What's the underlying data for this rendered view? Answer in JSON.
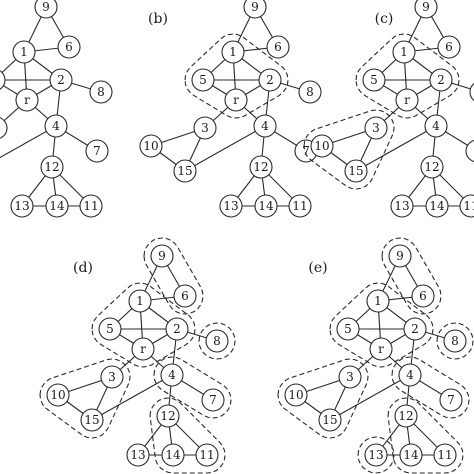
{
  "nodes": [
    {
      "id": "9",
      "label": "9"
    },
    {
      "id": "1",
      "label": "1"
    },
    {
      "id": "6",
      "label": "6"
    },
    {
      "id": "5",
      "label": "5"
    },
    {
      "id": "2",
      "label": "2"
    },
    {
      "id": "8",
      "label": "8"
    },
    {
      "id": "r",
      "label": "r"
    },
    {
      "id": "3",
      "label": "3"
    },
    {
      "id": "4",
      "label": "4"
    },
    {
      "id": "10",
      "label": "10"
    },
    {
      "id": "7",
      "label": "7"
    },
    {
      "id": "15",
      "label": "15"
    },
    {
      "id": "12",
      "label": "12"
    },
    {
      "id": "13",
      "label": "13"
    },
    {
      "id": "14",
      "label": "14"
    },
    {
      "id": "11",
      "label": "11"
    }
  ],
  "edges": [
    [
      "9",
      "1"
    ],
    [
      "9",
      "6"
    ],
    [
      "1",
      "6"
    ],
    [
      "1",
      "5"
    ],
    [
      "1",
      "2"
    ],
    [
      "1",
      "r"
    ],
    [
      "5",
      "2"
    ],
    [
      "5",
      "r"
    ],
    [
      "2",
      "r"
    ],
    [
      "2",
      "8"
    ],
    [
      "2",
      "4"
    ],
    [
      "r",
      "3"
    ],
    [
      "r",
      "4"
    ],
    [
      "3",
      "10"
    ],
    [
      "3",
      "15"
    ],
    [
      "10",
      "15"
    ],
    [
      "15",
      "4"
    ],
    [
      "4",
      "7"
    ],
    [
      "4",
      "12"
    ],
    [
      "12",
      "13"
    ],
    [
      "12",
      "14"
    ],
    [
      "12",
      "11"
    ],
    [
      "13",
      "14"
    ],
    [
      "14",
      "11"
    ]
  ],
  "panels": [
    {
      "id": "a",
      "label": "",
      "clusters": []
    },
    {
      "id": "b",
      "label": "(b)",
      "clusters": [
        [
          "1",
          "5",
          "2",
          "r"
        ]
      ]
    },
    {
      "id": "c",
      "label": "(c)",
      "clusters": [
        [
          "1",
          "5",
          "2",
          "r"
        ],
        [
          "3",
          "10",
          "15"
        ]
      ]
    },
    {
      "id": "d",
      "label": "(d)",
      "clusters": [
        [
          "9",
          "6"
        ],
        [
          "1",
          "5",
          "2",
          "r"
        ],
        [
          "8"
        ],
        [
          "3",
          "10",
          "15"
        ],
        [
          "4",
          "7"
        ],
        [
          "12",
          "14",
          "11"
        ]
      ]
    },
    {
      "id": "e",
      "label": "(e)",
      "clusters": [
        [
          "9",
          "6"
        ],
        [
          "1",
          "5",
          "2",
          "r"
        ],
        [
          "8"
        ],
        [
          "3",
          "10",
          "15"
        ],
        [
          "4",
          "7"
        ],
        [
          "12",
          "14",
          "11"
        ],
        [
          "13"
        ]
      ]
    }
  ]
}
